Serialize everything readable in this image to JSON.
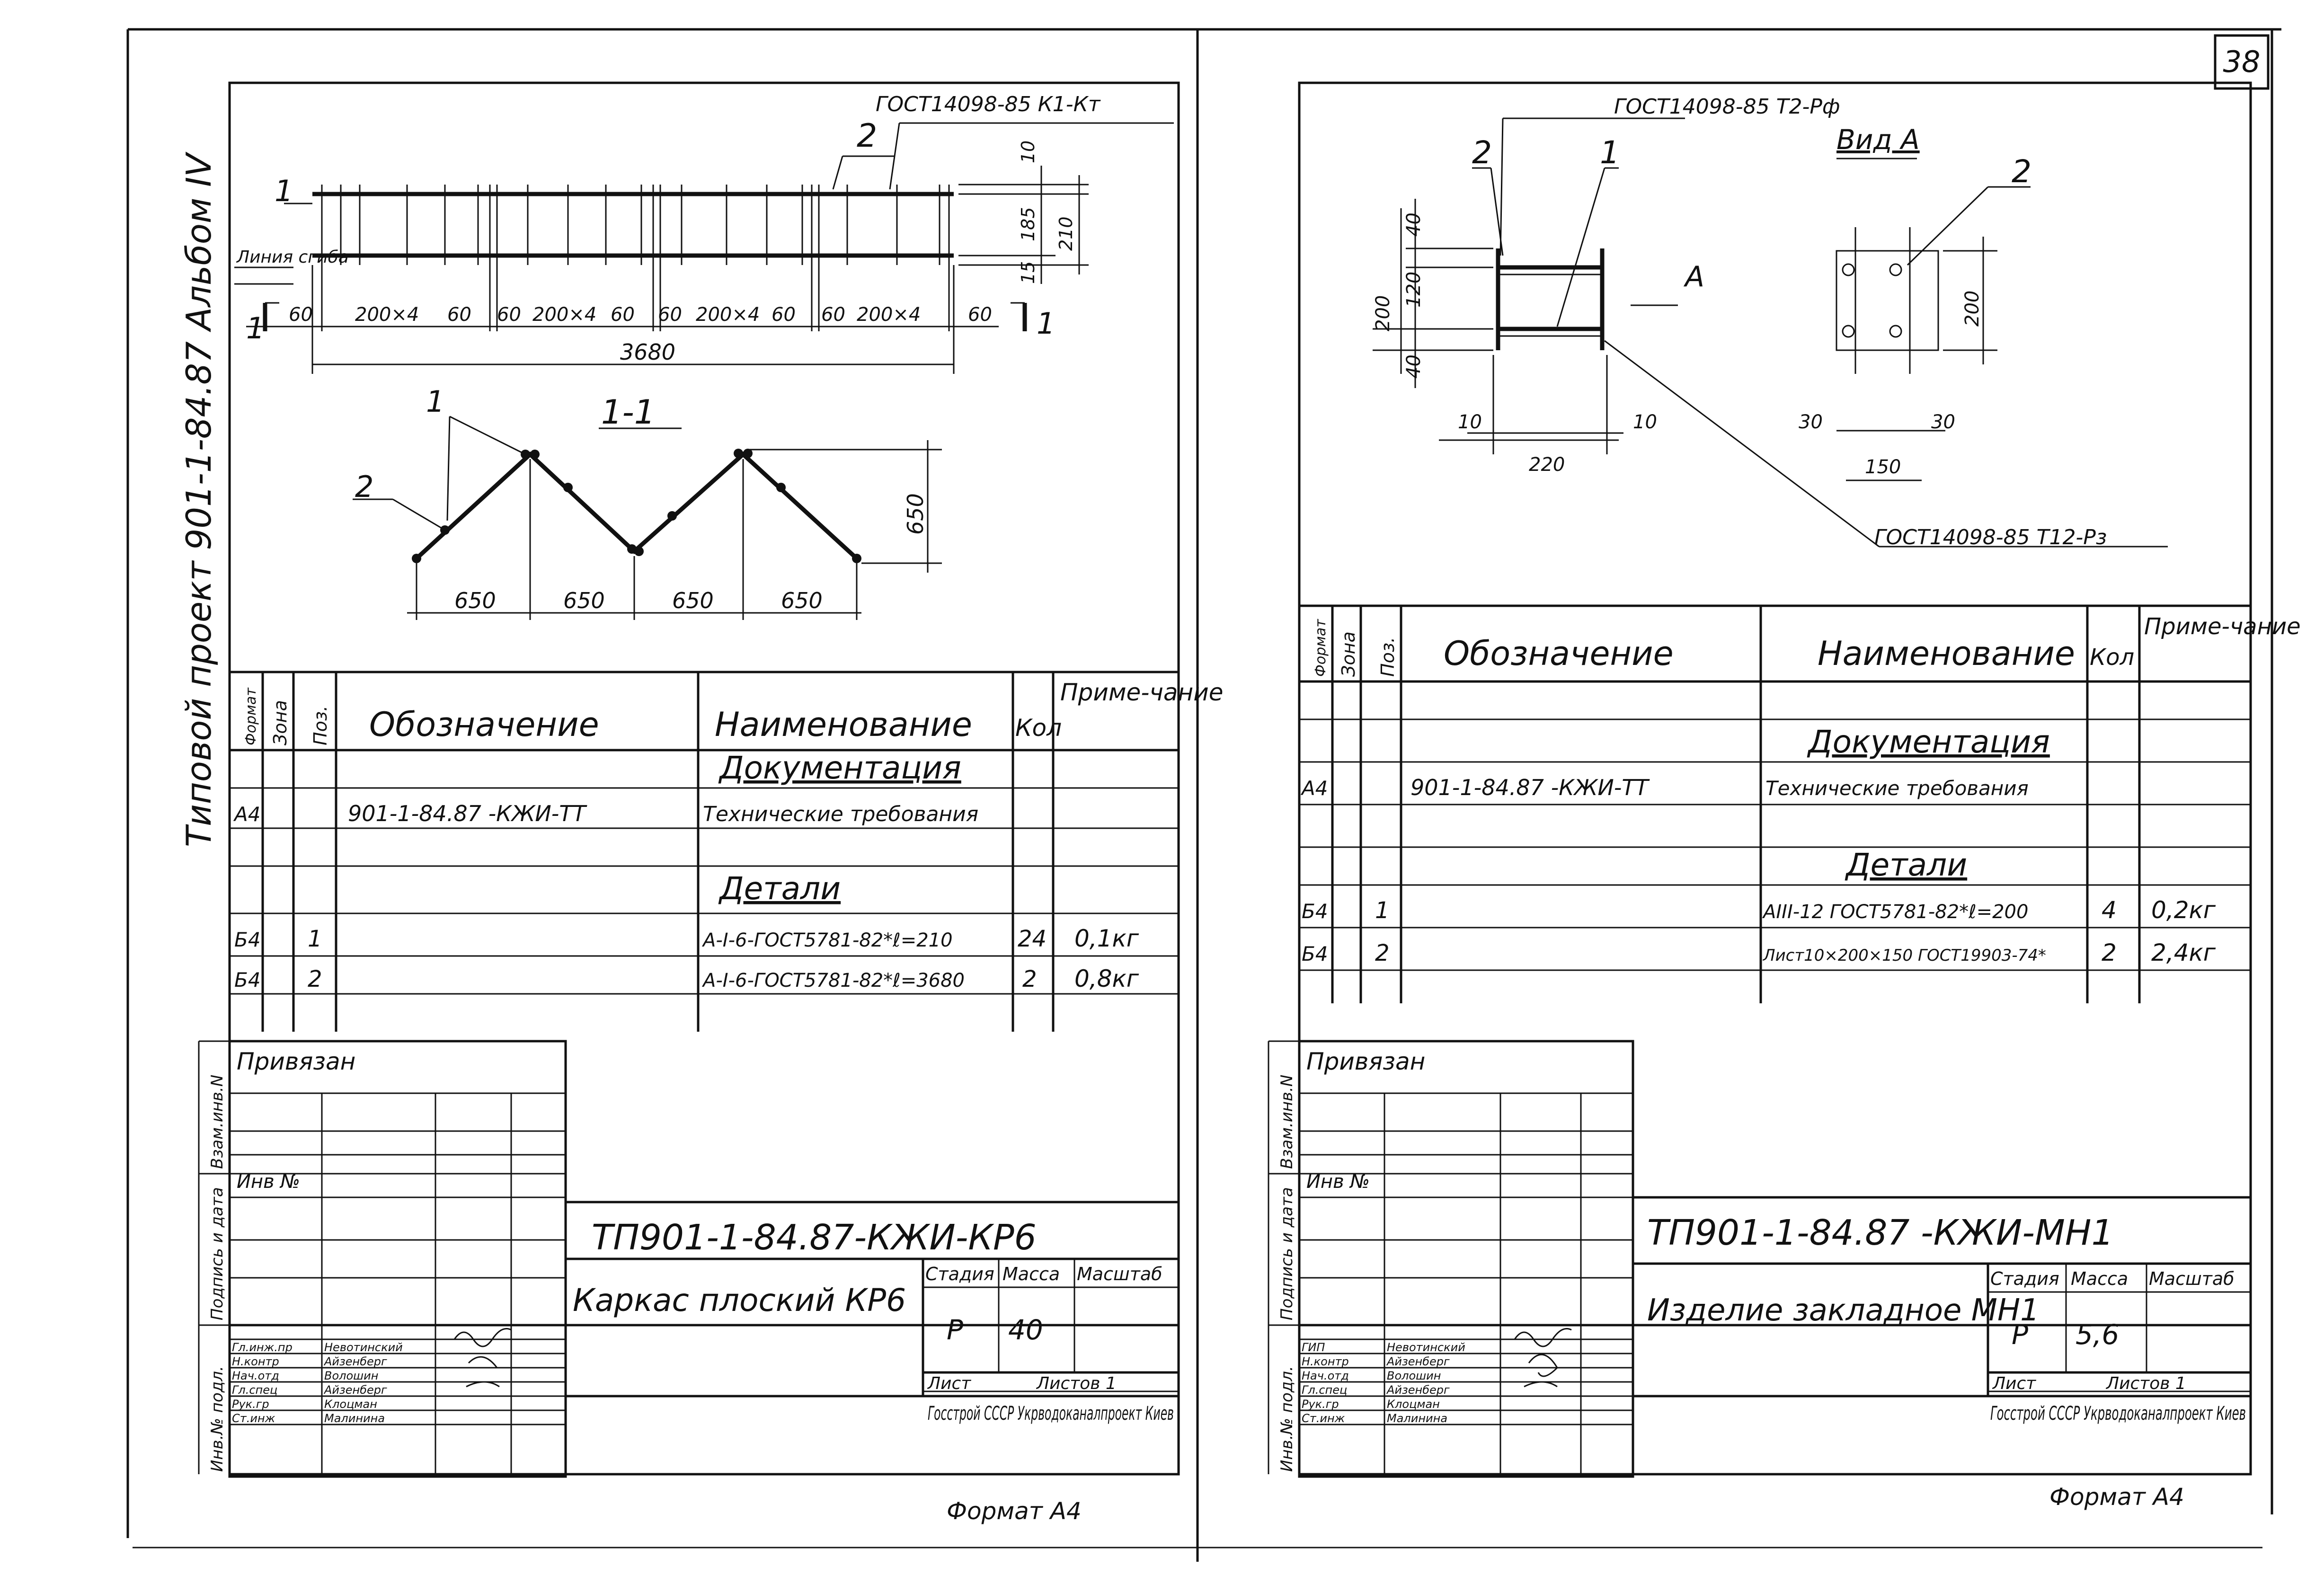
{
  "sheet_number": "38",
  "album_title": "Типовой проект 901-1-84.87   Альбом IV",
  "left": {
    "drawing": {
      "callout_gost": "ГОСТ14098-85 К1-Кт",
      "pos1": "1",
      "pos2": "2",
      "section_label_left": "1",
      "section_label_right": "1",
      "weld_line": "Линия сгиба",
      "dims": [
        "60",
        "200×4",
        "60",
        "60",
        "200×4",
        "60",
        "60",
        "200×4",
        "60",
        "60",
        "200×4",
        "60"
      ],
      "total": "3680",
      "right_dims": [
        "10",
        "185",
        "15",
        "210"
      ],
      "section_title": "1-1",
      "zig_dims": [
        "650",
        "650",
        "650",
        "650"
      ],
      "zig_height": "650"
    },
    "spec": {
      "headers": {
        "format": "Формат",
        "zone": "Зона",
        "pos": "Поз.",
        "designation": "Обозначение",
        "name": "Наименование",
        "qty": "Кол",
        "note": "Приме-чание"
      },
      "rows": [
        {
          "format": "",
          "pos": "",
          "designation": "",
          "name": "Документация",
          "qty": "",
          "note": "",
          "heading": true
        },
        {
          "format": "А4",
          "pos": "",
          "designation": "901-1-84.87  -КЖИ-ТТ",
          "name": "Технические требования",
          "qty": "",
          "note": ""
        },
        {
          "format": "",
          "pos": "",
          "designation": "",
          "name": "",
          "qty": "",
          "note": ""
        },
        {
          "format": "",
          "pos": "",
          "designation": "",
          "name": "Детали",
          "qty": "",
          "note": "",
          "heading": true
        },
        {
          "format": "Б4",
          "pos": "1",
          "designation": "",
          "name": "А-I-6-ГОСТ5781-82*ℓ=210",
          "qty": "24",
          "note": "0,1кг"
        },
        {
          "format": "Б4",
          "pos": "2",
          "designation": "",
          "name": "А-I-6-ГОСТ5781-82*ℓ=3680",
          "qty": "2",
          "note": "0,8кг"
        }
      ]
    },
    "stamp": {
      "bound": "Привязан",
      "inv": "Инв №",
      "side": [
        "Взам.инв.N",
        "Подпись и дата",
        "Инв.№ подл."
      ],
      "code": "ТП901-1-84.87-КЖИ-КР6",
      "title": "Каркас плоский КР6",
      "stage_h": "Стадия",
      "mass_h": "Масса",
      "scale_h": "Масштаб",
      "stage": "Р",
      "mass": "40",
      "scale": "",
      "sheet_h": "Лист",
      "sheets_h": "Листов 1",
      "org": "Госстрой СССР Укрводоканалпроект Киев",
      "people": [
        {
          "role": "Гл.инж.пр",
          "name": "Невотинский"
        },
        {
          "role": "Н.контр",
          "name": "Айзенберг"
        },
        {
          "role": "Нач.отд",
          "name": "Волошин"
        },
        {
          "role": "Гл.спец",
          "name": "Айзенберг"
        },
        {
          "role": "Рук.гр",
          "name": "Клоцман"
        },
        {
          "role": "Ст.инж",
          "name": "Малинина"
        }
      ],
      "format": "Формат А4"
    }
  },
  "right": {
    "drawing": {
      "callout_top": "ГОСТ14098-85 Т2-Рф",
      "view": "Вид А",
      "callout_bottom": "ГОСТ14098-85 Т12-Рз",
      "arrow": "A",
      "pos1": "1",
      "pos2": "2",
      "pos2b": "2",
      "dims_left": [
        "40",
        "120",
        "40",
        "200"
      ],
      "dims_bottom": [
        "10",
        "10",
        "220"
      ],
      "plate_dims": [
        "30",
        "30",
        "150",
        "200"
      ]
    },
    "spec": {
      "headers": {
        "format": "Формат",
        "zone": "Зона",
        "pos": "Поз.",
        "designation": "Обозначение",
        "name": "Наименование",
        "qty": "Кол",
        "note": "Приме-чание"
      },
      "rows": [
        {
          "format": "",
          "pos": "",
          "designation": "",
          "name": "",
          "qty": "",
          "note": ""
        },
        {
          "format": "",
          "pos": "",
          "designation": "",
          "name": "Документация",
          "qty": "",
          "note": "",
          "heading": true
        },
        {
          "format": "А4",
          "pos": "",
          "designation": "901-1-84.87  -КЖИ-ТТ",
          "name": "Технические требования",
          "qty": "",
          "note": ""
        },
        {
          "format": "",
          "pos": "",
          "designation": "",
          "name": "",
          "qty": "",
          "note": ""
        },
        {
          "format": "",
          "pos": "",
          "designation": "",
          "name": "Детали",
          "qty": "",
          "note": "",
          "heading": true
        },
        {
          "format": "Б4",
          "pos": "1",
          "designation": "",
          "name": "АIII-12 ГОСТ5781-82*ℓ=200",
          "qty": "4",
          "note": "0,2кг"
        },
        {
          "format": "Б4",
          "pos": "2",
          "designation": "",
          "name": "Лист10×200×150 ГОСТ19903-74*",
          "qty": "2",
          "note": "2,4кг"
        }
      ]
    },
    "stamp": {
      "bound": "Привязан",
      "inv": "Инв №",
      "side": [
        "Взам.инв.N",
        "Подпись и дата",
        "Инв.№ подл."
      ],
      "code": "ТП901-1-84.87 -КЖИ-МН1",
      "title": "Изделие закладное МН1",
      "stage_h": "Стадия",
      "mass_h": "Масса",
      "scale_h": "Масштаб",
      "stage": "Р",
      "mass": "5,6",
      "scale": "",
      "sheet_h": "Лист",
      "sheets_h": "Листов 1",
      "org": "Госстрой СССР Укрводоканалпроект Киев",
      "people": [
        {
          "role": "ГИП",
          "name": "Невотинский"
        },
        {
          "role": "Н.контр",
          "name": "Айзенберг"
        },
        {
          "role": "Нач.отд",
          "name": "Волошин"
        },
        {
          "role": "Гл.спец",
          "name": "Айзенберг"
        },
        {
          "role": "Рук.гр",
          "name": "Клоцман"
        },
        {
          "role": "Ст.инж",
          "name": "Малинина"
        }
      ],
      "format": "Формат А4"
    }
  }
}
